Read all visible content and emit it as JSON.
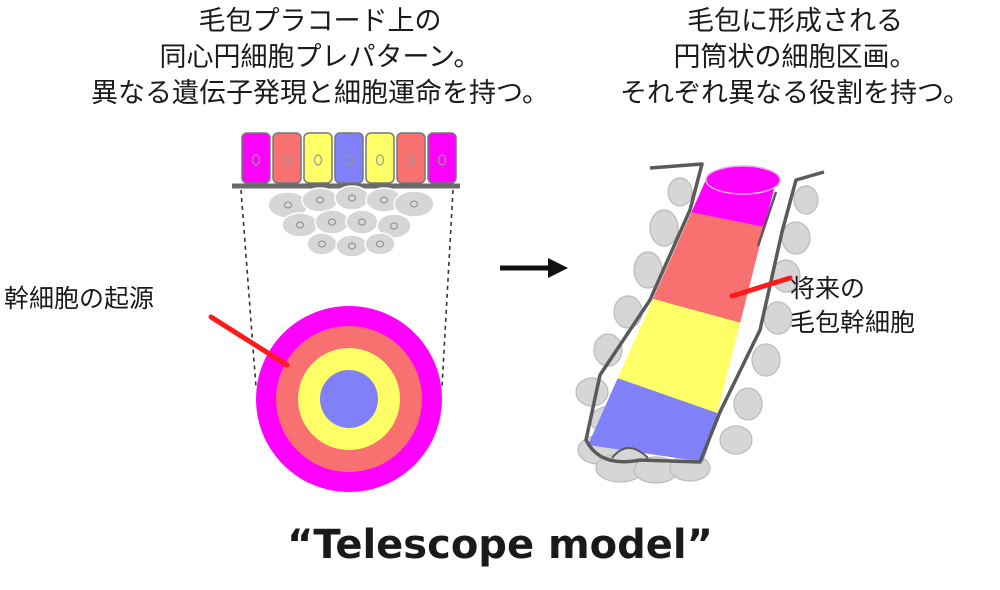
{
  "left_caption": {
    "lines": [
      "毛包プラコード上の",
      "同心円細胞プレパターン。",
      "異なる遺伝子発現と細胞運命を持つ。"
    ]
  },
  "right_caption": {
    "lines": [
      "毛包に形成される",
      "円筒状の細胞区画。",
      "それぞれ異なる役割を持つ。"
    ]
  },
  "labels": {
    "stem_cell_origin": "幹細胞の起源",
    "future_stem_cells": [
      "将来の",
      "毛包幹細胞"
    ]
  },
  "title": "“Telescope model”",
  "colors": {
    "magenta": "#ff00ff",
    "salmon": "#f87070",
    "yellow": "#ffff66",
    "blue": "#8080f8",
    "gray_cell": "#d6d6d6",
    "outline": "#5a5a5a",
    "pointer": "#ff1a1a",
    "arrow": "#111111"
  },
  "epithelium_row": [
    "magenta",
    "salmon",
    "yellow",
    "blue",
    "yellow",
    "salmon",
    "magenta"
  ],
  "concentric_rings": [
    "magenta",
    "salmon",
    "yellow",
    "blue"
  ],
  "follicle_compartments": [
    "magenta",
    "salmon",
    "yellow",
    "blue"
  ]
}
